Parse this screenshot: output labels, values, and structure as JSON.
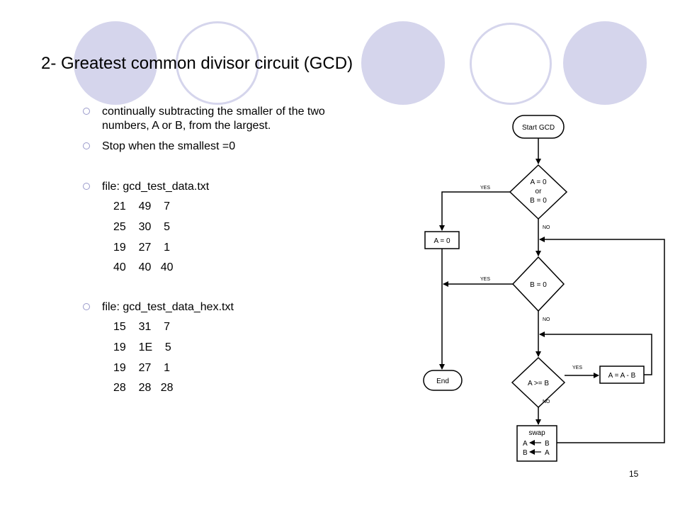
{
  "title": "2- Greatest common divisor circuit (GCD)",
  "bullets": {
    "b1_line1": "continually subtracting the smaller of the two",
    "b1_line2": "numbers, A or B, from the largest.",
    "b2": "Stop when the smallest =0",
    "b3": "file: gcd_test_data.txt",
    "b4": "file: gcd_test_data_hex.txt"
  },
  "data_rows": [
    "21    49    7",
    "25    30    5",
    "19    27    1",
    "40    40   40"
  ],
  "hex_rows": [
    "15    31    7",
    "19    1E    5",
    "19    27    1",
    "28    28   28"
  ],
  "flowchart": {
    "start": "Start GCD",
    "dec1_line1": "A = 0",
    "dec1_line2": "or",
    "dec1_line3": "B = 0",
    "assign_a0": "A = 0",
    "dec2": "B = 0",
    "dec3": "A >= B",
    "sub": "A = A - B",
    "end": "End",
    "swap_line1": "swap",
    "swap_line2": "A",
    "swap_line2b": "B",
    "swap_line3": "B",
    "swap_line3b": "A",
    "yes": "YES",
    "no": "NO"
  },
  "page_number": "15"
}
